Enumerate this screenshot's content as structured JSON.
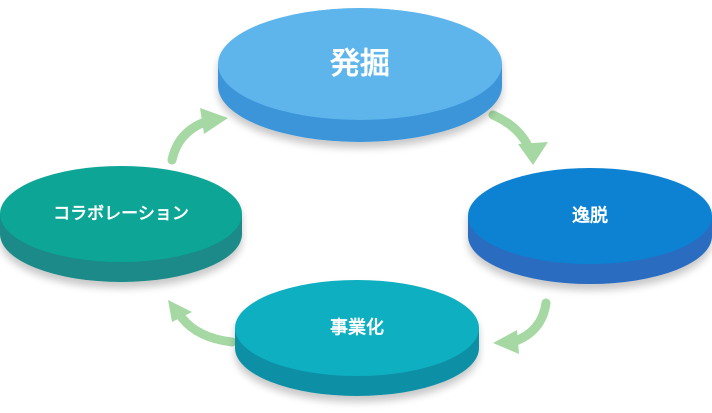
{
  "cycle": {
    "stages": [
      {
        "label": "発掘",
        "color_top": "#5db5eb",
        "color_side": "#3a95d8"
      },
      {
        "label": "逸脱",
        "color_top": "#0a82d2",
        "color_side": "#2a6cc0"
      },
      {
        "label": "事業化",
        "color_top": "#0eafc0",
        "color_side": "#0c8fa6"
      },
      {
        "label": "コラボレーション",
        "color_top": "#0aa596",
        "color_side": "#1a8a88"
      }
    ],
    "arrow_color": "#a6d8a3",
    "icons": [
      "arrow-icon"
    ]
  }
}
